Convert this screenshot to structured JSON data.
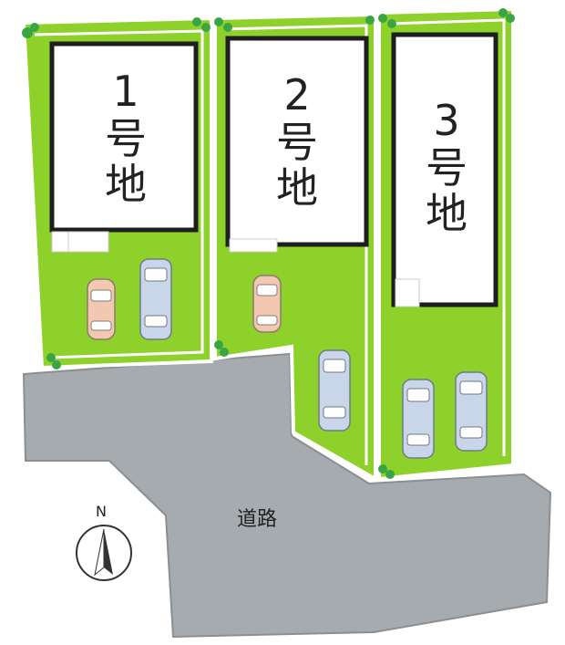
{
  "lots": [
    {
      "id": "lot-1",
      "label_line1": "1",
      "label_line2": "号",
      "label_line3": "地"
    },
    {
      "id": "lot-2",
      "label_line1": "2",
      "label_line2": "号",
      "label_line3": "地"
    },
    {
      "id": "lot-3",
      "label_line1": "3",
      "label_line2": "号",
      "label_line3": "地"
    }
  ],
  "road": {
    "label": "道路"
  },
  "compass": {
    "label": "N",
    "icon": "north-arrow-icon"
  },
  "colors": {
    "lawn": "#8ed12a",
    "lawn_edge": "#ffffff",
    "road": "#a6abaf",
    "road_edge": "#8a8f93",
    "building_fill": "#ffffff",
    "building_outline": "#1e1e1e",
    "car_peach": "#f2c9b0",
    "car_blue": "#c9d6ea",
    "shrub": "#3aa545"
  }
}
